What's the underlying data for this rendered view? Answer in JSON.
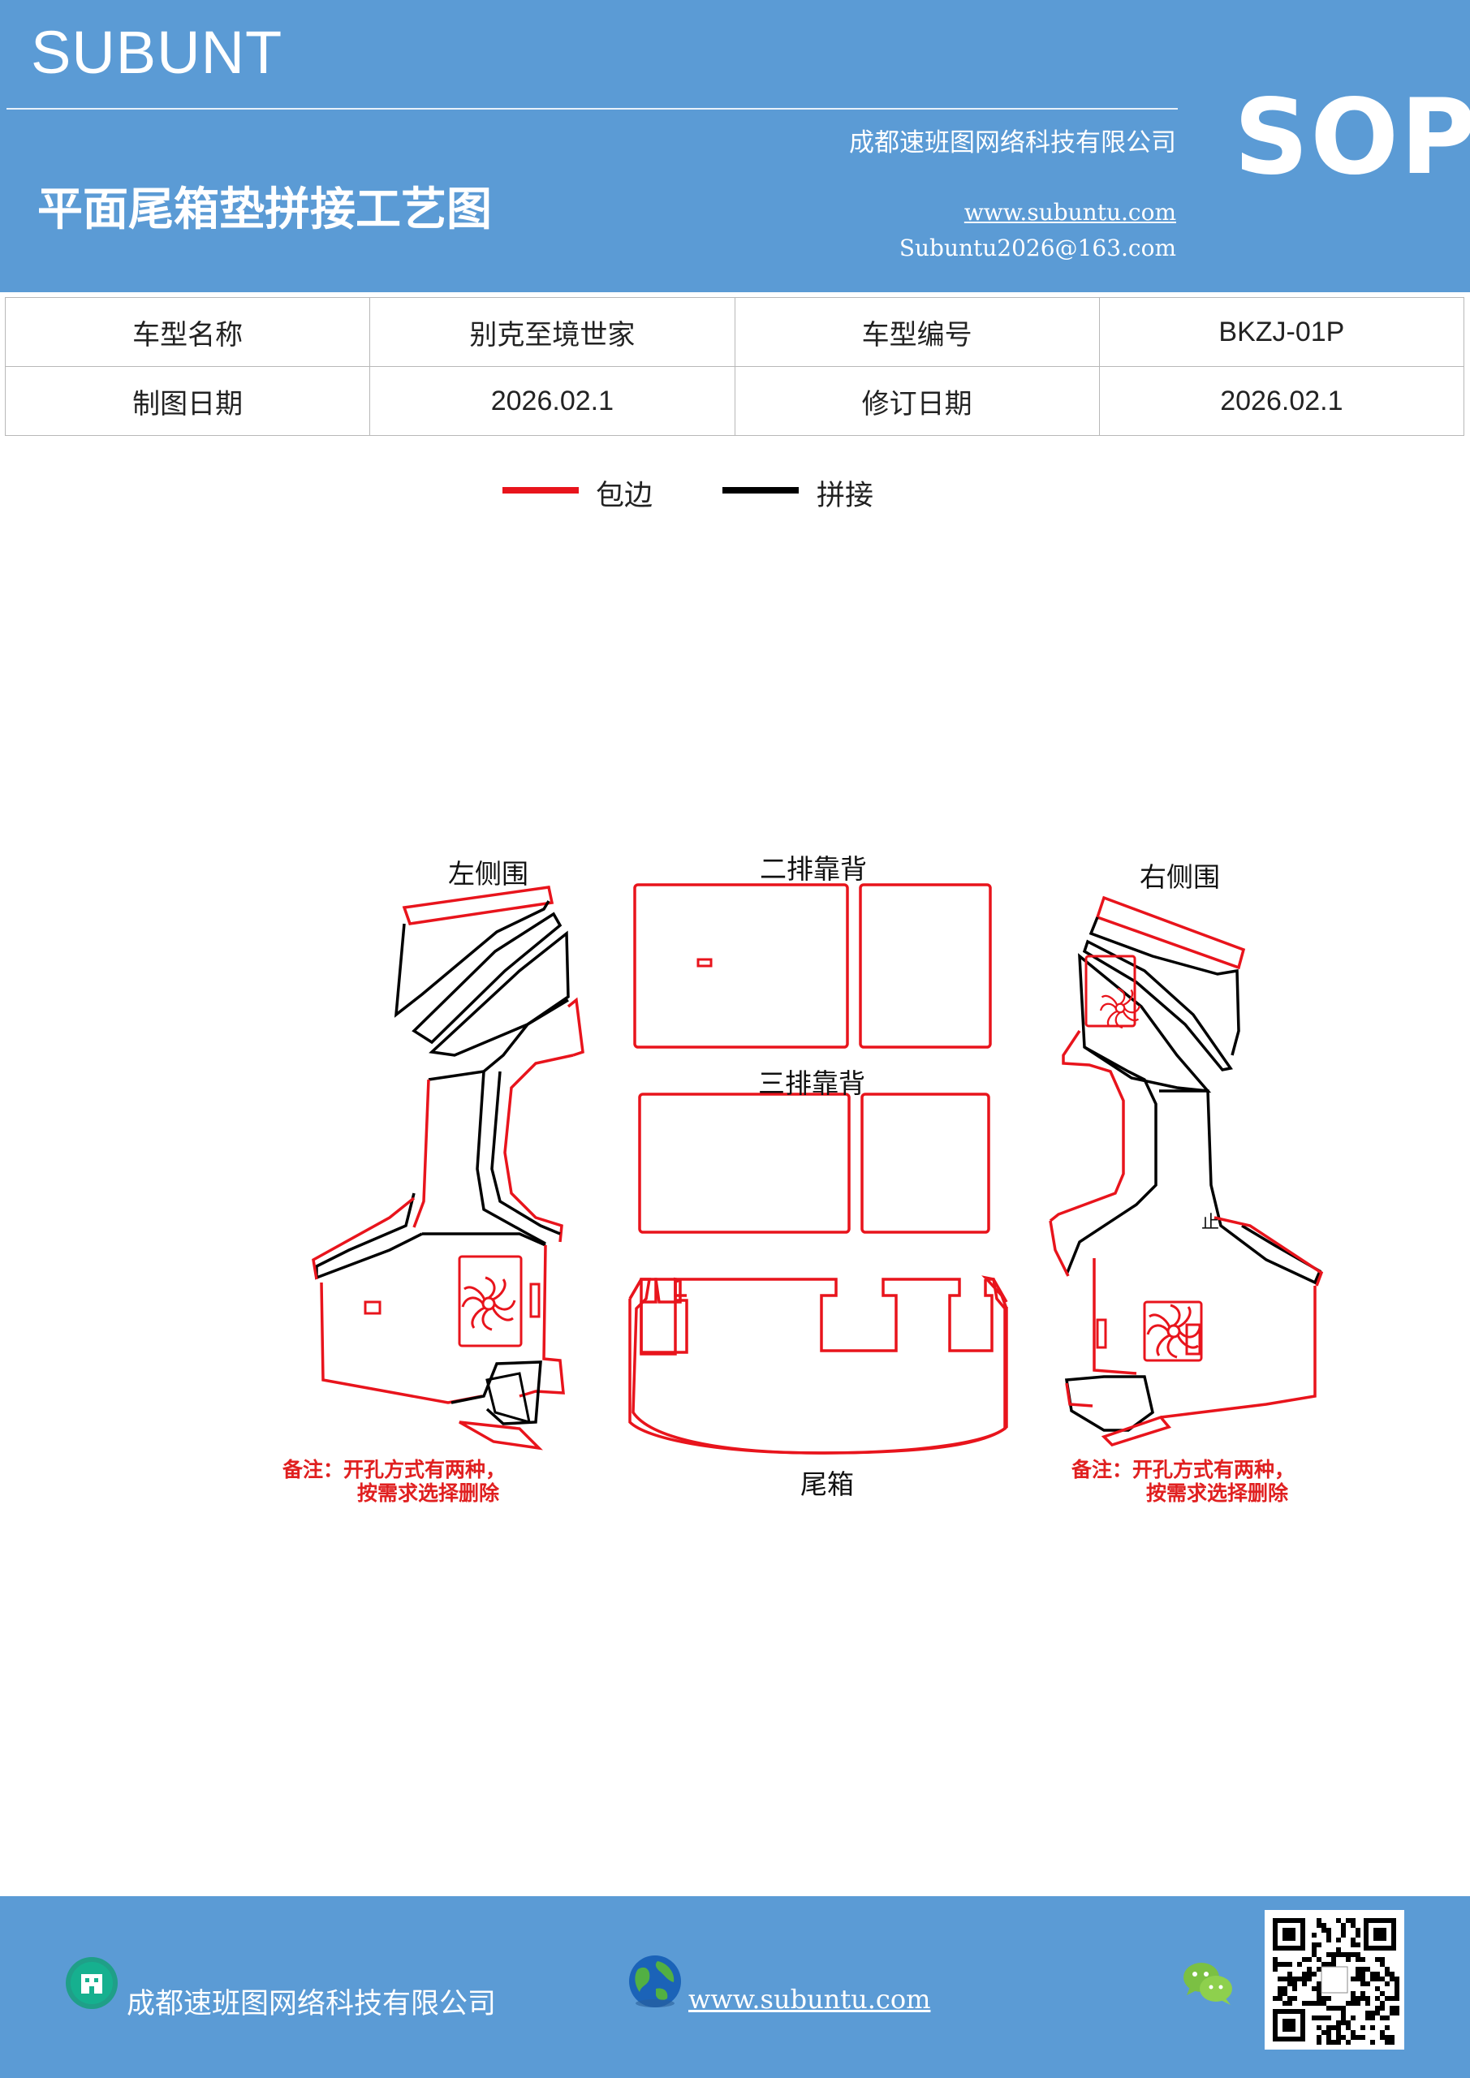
{
  "header": {
    "brand": "SUBUNT",
    "company": "成都速班图网络科技有限公司",
    "title": "平面尾箱垫拼接工艺图",
    "website": "www.subuntu.com",
    "email": "Subuntu2026@163.com",
    "badge": "SOP"
  },
  "info_table": {
    "rows": [
      {
        "label1": "车型名称",
        "value1": "别克至境世家",
        "label2": "车型编号",
        "value2": "BKZJ-01P"
      },
      {
        "label1": "制图日期",
        "value1": "2026.02.1",
        "label2": "修订日期",
        "value2": "2026.02.1"
      }
    ]
  },
  "legend": {
    "items": [
      {
        "label": "包边",
        "color": "#e8141c"
      },
      {
        "label": "拼接",
        "color": "#000000"
      }
    ]
  },
  "diagram": {
    "labels": {
      "left_side": "左侧围",
      "second_row": "二排靠背",
      "right_side": "右侧围",
      "third_row": "三排靠背",
      "trunk": "尾箱",
      "small_mark": "止"
    },
    "note_left": [
      "备注：开孔方式有两种，",
      "按需求选择删除"
    ],
    "note_right": [
      "备注：开孔方式有两种，",
      "按需求选择删除"
    ],
    "colors": {
      "edge": "#e8141c",
      "seam": "#000000"
    }
  },
  "footer": {
    "company": "成都速班图网络科技有限公司",
    "website": "www.subuntu.com ",
    "icons": [
      "building-icon",
      "globe-icon",
      "wechat-icon",
      "qr-code"
    ]
  }
}
